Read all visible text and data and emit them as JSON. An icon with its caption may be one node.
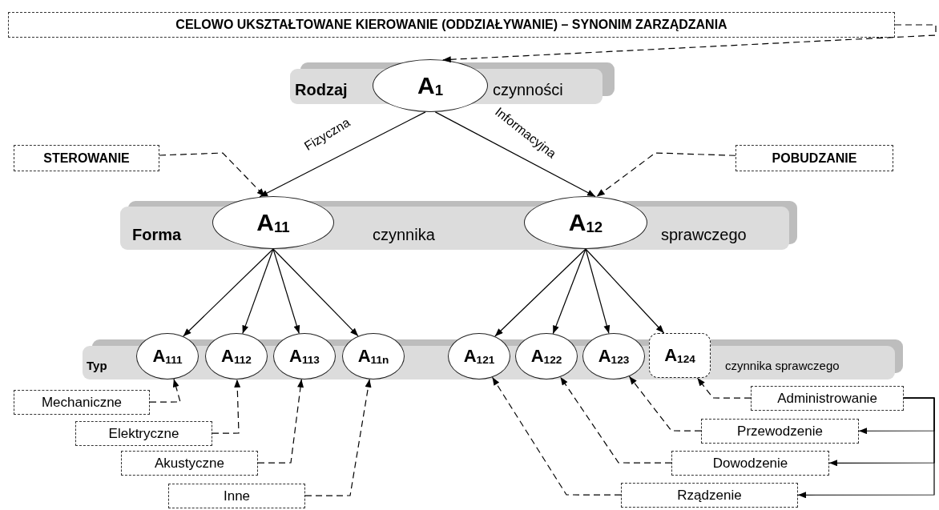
{
  "diagram": {
    "nodes": [
      {
        "text": [
          "CELOWO UKSZTAŁTOWANE KIEROWANIE (ODDZIAŁYWANIE) – SYNONIM ZARZĄDZANIA"
        ]
      },
      {
        "text": [
          "Rodzaj",
          "czynności"
        ]
      },
      {
        "text": [
          "A$_{1}$"
        ]
      },
      {
        "text": [
          "STEROWANIE"
        ]
      },
      {
        "text": [
          "POBUDZANIE"
        ]
      },
      {
        "text": [
          "Forma",
          "czynnika",
          "sprawczego"
        ]
      },
      {
        "text": [
          "A$_{11}$"
        ]
      },
      {
        "text": [
          "A$_{12}$"
        ]
      },
      {
        "text": [
          "Typ",
          "czynnika sprawczego"
        ]
      },
      {
        "text": [
          "A$_{111}$"
        ]
      },
      {
        "text": [
          "A$_{112}$"
        ]
      },
      {
        "text": [
          "A$_{113}$"
        ]
      },
      {
        "text": [
          "A$_{11n}$"
        ]
      },
      {
        "text": [
          "A$_{121}$"
        ]
      },
      {
        "text": [
          "A$_{122}$"
        ]
      },
      {
        "text": [
          "A$_{123}$"
        ]
      },
      {
        "text": [
          "A$_{124}$"
        ]
      },
      {
        "text": [
          "Mechaniczne"
        ]
      },
      {
        "text": [
          "Elektryczne"
        ]
      },
      {
        "text": [
          "Akustyczne"
        ]
      },
      {
        "text": [
          "Inne"
        ]
      },
      {
        "text": [
          "Administrowanie"
        ]
      },
      {
        "text": [
          "Przewodzenie"
        ]
      },
      {
        "text": [
          "Dowodzenie"
        ]
      },
      {
        "text": [
          "Rządzenie"
        ]
      }
    ],
    "edges": [
      {
        "from": 0,
        "to": 2,
        "arrow": "to",
        "style": "dashed"
      },
      {
        "from": 2,
        "to": 6,
        "arrow": "to",
        "label": "Fizyczna"
      },
      {
        "from": 2,
        "to": 7,
        "arrow": "to",
        "label": "Informacyjna"
      },
      {
        "from": 3,
        "to": 6,
        "arrow": "to",
        "style": "dashed"
      },
      {
        "from": 4,
        "to": 7,
        "arrow": "to",
        "style": "dashed"
      },
      {
        "from": 6,
        "to": 9,
        "arrow": "to"
      },
      {
        "from": 6,
        "to": 10,
        "arrow": "to"
      },
      {
        "from": 6,
        "to": 11,
        "arrow": "to"
      },
      {
        "from": 6,
        "to": 12,
        "arrow": "to"
      },
      {
        "from": 7,
        "to": 13,
        "arrow": "to"
      },
      {
        "from": 7,
        "to": 14,
        "arrow": "to"
      },
      {
        "from": 7,
        "to": 15,
        "arrow": "to"
      },
      {
        "from": 7,
        "to": 16,
        "arrow": "to"
      },
      {
        "from": 17,
        "to": 9,
        "arrow": "to",
        "style": "dashed"
      },
      {
        "from": 18,
        "to": 10,
        "arrow": "to",
        "style": "dashed"
      },
      {
        "from": 19,
        "to": 11,
        "arrow": "to",
        "style": "dashed"
      },
      {
        "from": 20,
        "to": 12,
        "arrow": "to",
        "style": "dashed"
      },
      {
        "from": 21,
        "to": 16,
        "arrow": "to",
        "style": "dashed"
      },
      {
        "from": 22,
        "to": 15,
        "arrow": "to",
        "style": "dashed"
      },
      {
        "from": 23,
        "to": 14,
        "arrow": "to",
        "style": "dashed"
      },
      {
        "from": 24,
        "to": 13,
        "arrow": "to",
        "style": "dashed"
      },
      {
        "from": 21,
        "to": 22,
        "arrow": "to"
      },
      {
        "from": 21,
        "to": 23,
        "arrow": "to"
      },
      {
        "from": 21,
        "to": 24,
        "arrow": "to"
      }
    ]
  }
}
